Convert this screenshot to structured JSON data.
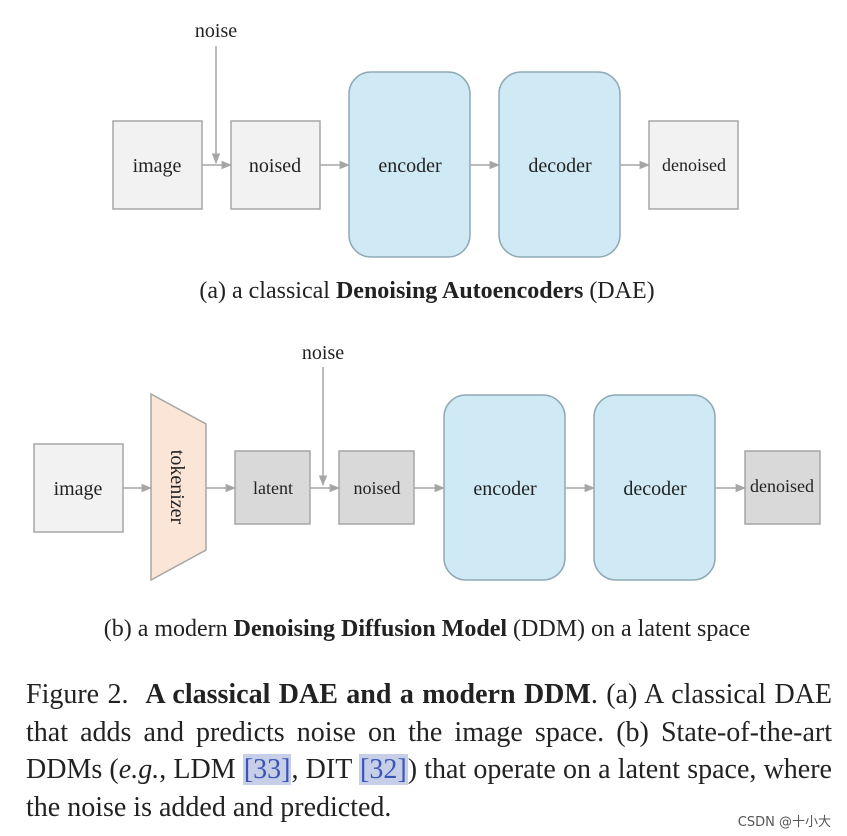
{
  "panel_a": {
    "noise": "noise",
    "nodes": {
      "image": "image",
      "noised": "noised",
      "encoder": "encoder",
      "decoder": "decoder",
      "denoised": "denoised"
    },
    "caption": {
      "prefix": "(a) a classical ",
      "bold": "Denoising Autoencoders",
      "suffix": " (DAE)"
    }
  },
  "panel_b": {
    "noise": "noise",
    "nodes": {
      "image": "image",
      "tokenizer": "tokenizer",
      "latent": "latent",
      "noised": "noised",
      "encoder": "encoder",
      "decoder": "decoder",
      "denoised": "denoised"
    },
    "caption": {
      "prefix": "(b) a modern ",
      "bold": "Denoising Diffusion Model",
      "suffix": " (DDM) on a latent space"
    }
  },
  "figure": {
    "label": "Figure 2.",
    "title": "A classical DAE and a modern DDM",
    "text1": ". (a) A classical DAE that adds and predicts noise on the image space. (b) State-of-the-art DDMs (",
    "eg": "e.g.",
    "text2": ", LDM ",
    "cite1": "[33]",
    "text3": ", DIT ",
    "cite2": "[32]",
    "text4": ") that operate on a latent space, where the noise is added and predicted."
  },
  "watermark": "CSDN @十小大",
  "colors": {
    "box_light": "#f2f2f2",
    "box_dark": "#d9d9d9",
    "box_border": "#a6a6a6",
    "enc_dec_fill": "#cfeaf5",
    "enc_dec_border": "#8faab5",
    "tokenizer_fill": "#fbe5d6",
    "tokenizer_border": "#a6a6a6",
    "arrow": "#a6a6a6",
    "citation": "#3b54b8"
  }
}
